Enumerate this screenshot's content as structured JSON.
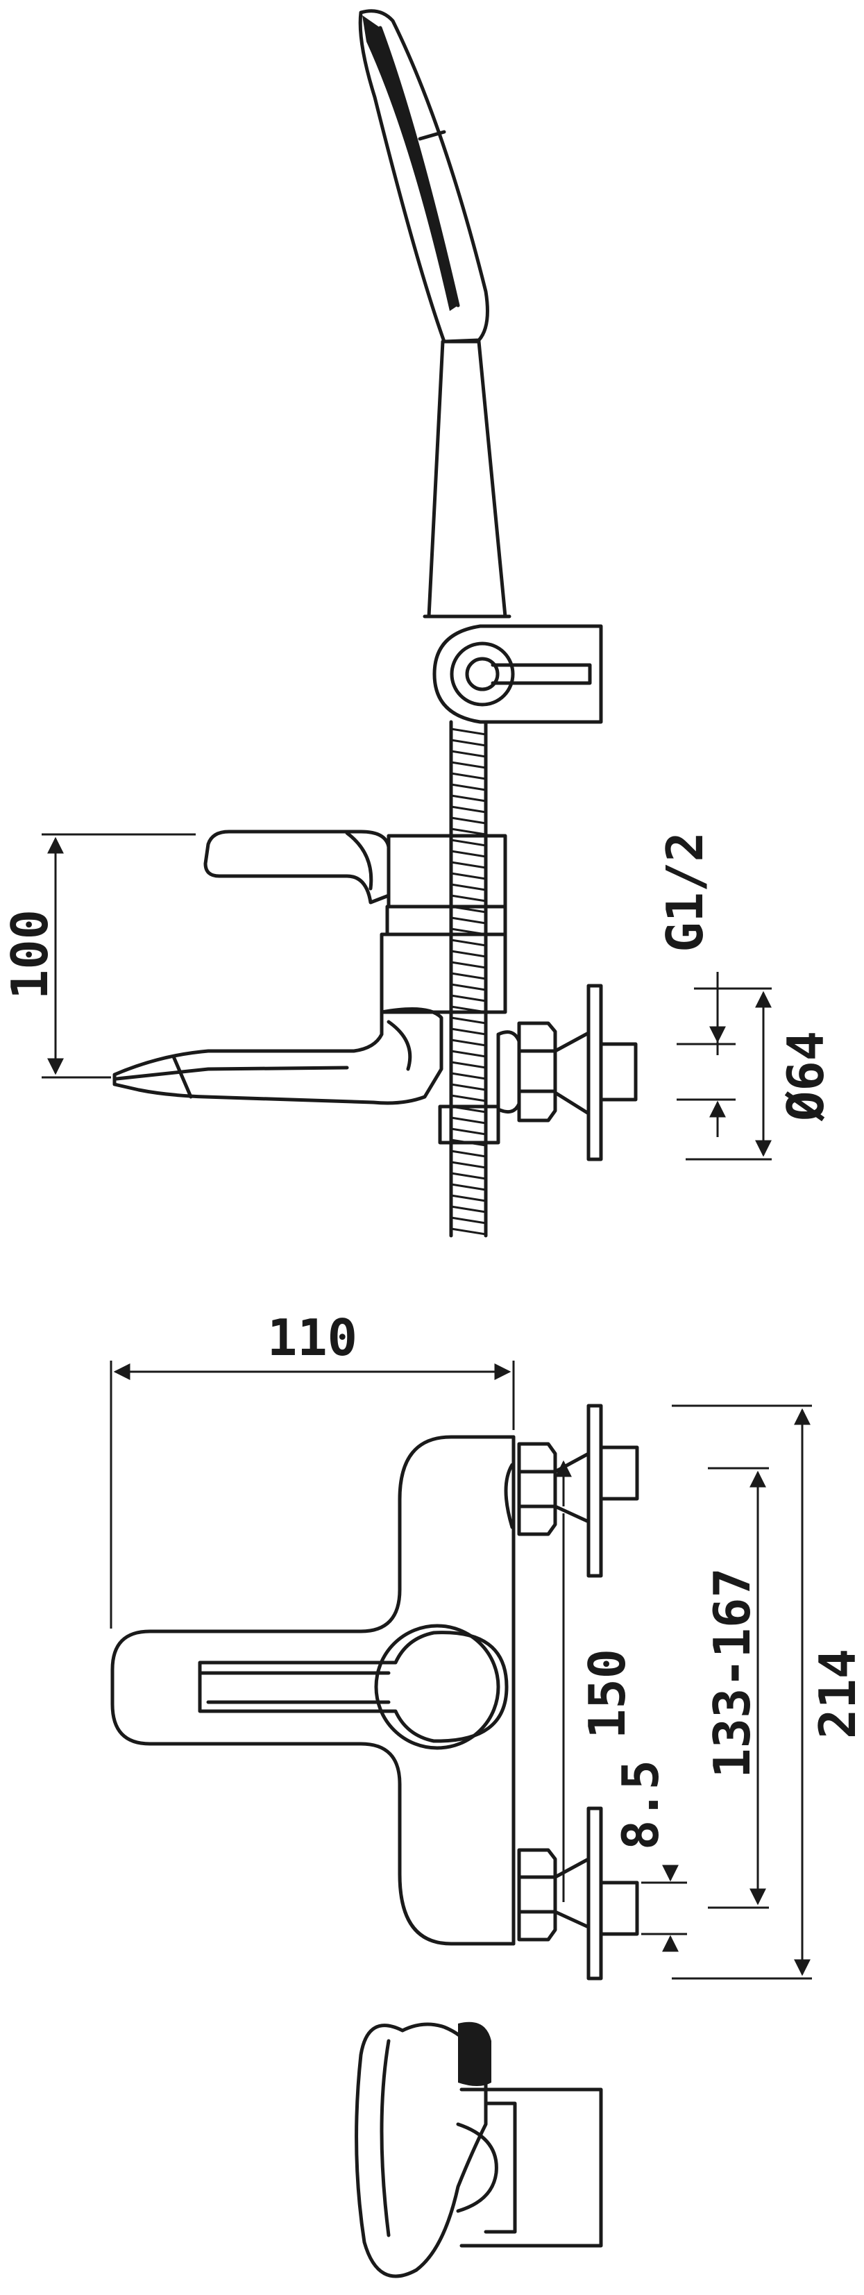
{
  "dimensions": {
    "spout_height": "100",
    "thread": "G1/2",
    "flange_diameter": "Ø64",
    "body_width": "110",
    "center_distance": "150",
    "offset": "8.5",
    "adjust_range": "133-167",
    "overall_length": "214"
  },
  "colors": {
    "line": "#1a1a1a",
    "background": "#ffffff"
  }
}
